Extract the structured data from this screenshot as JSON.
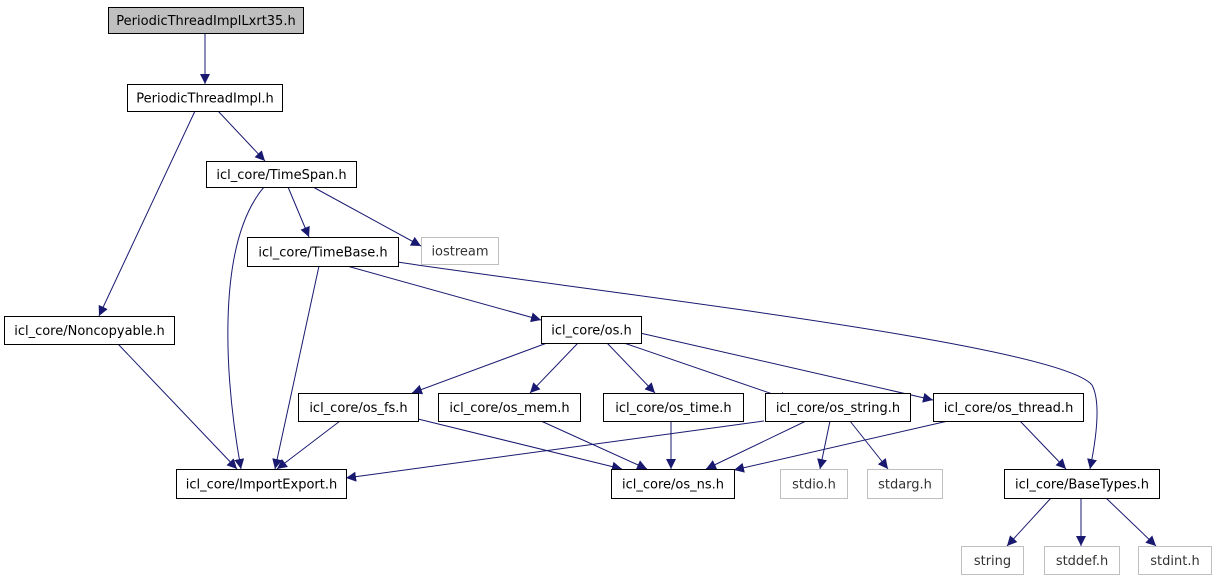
{
  "diagram": {
    "nodes": [
      {
        "id": "n0",
        "name": "node-periodicthreadimpllxrt35-h",
        "label": "PeriodicThreadImplLxrt35.h",
        "kind": "root"
      },
      {
        "id": "n1",
        "name": "node-periodicthreadimpl-h",
        "label": "PeriodicThreadImpl.h",
        "kind": "local"
      },
      {
        "id": "n2",
        "name": "node-timespan-h",
        "label": "icl_core/TimeSpan.h",
        "kind": "local"
      },
      {
        "id": "n3",
        "name": "node-timebase-h",
        "label": "icl_core/TimeBase.h",
        "kind": "local"
      },
      {
        "id": "n4",
        "name": "node-iostream",
        "label": "iostream",
        "kind": "system"
      },
      {
        "id": "n5",
        "name": "node-noncopyable-h",
        "label": "icl_core/Noncopyable.h",
        "kind": "local"
      },
      {
        "id": "n6",
        "name": "node-os-h",
        "label": "icl_core/os.h",
        "kind": "local"
      },
      {
        "id": "n7",
        "name": "node-os-fs-h",
        "label": "icl_core/os_fs.h",
        "kind": "local"
      },
      {
        "id": "n8",
        "name": "node-os-mem-h",
        "label": "icl_core/os_mem.h",
        "kind": "local"
      },
      {
        "id": "n9",
        "name": "node-os-time-h",
        "label": "icl_core/os_time.h",
        "kind": "local"
      },
      {
        "id": "n10",
        "name": "node-os-string-h",
        "label": "icl_core/os_string.h",
        "kind": "local"
      },
      {
        "id": "n11",
        "name": "node-os-thread-h",
        "label": "icl_core/os_thread.h",
        "kind": "local"
      },
      {
        "id": "n12",
        "name": "node-importexport-h",
        "label": "icl_core/ImportExport.h",
        "kind": "local"
      },
      {
        "id": "n13",
        "name": "node-os-ns-h",
        "label": "icl_core/os_ns.h",
        "kind": "local"
      },
      {
        "id": "n14",
        "name": "node-stdio-h",
        "label": "stdio.h",
        "kind": "system"
      },
      {
        "id": "n15",
        "name": "node-stdarg-h",
        "label": "stdarg.h",
        "kind": "system"
      },
      {
        "id": "n16",
        "name": "node-basetypes-h",
        "label": "icl_core/BaseTypes.h",
        "kind": "local"
      },
      {
        "id": "n17",
        "name": "node-string",
        "label": "string",
        "kind": "system"
      },
      {
        "id": "n18",
        "name": "node-stddef-h",
        "label": "stddef.h",
        "kind": "system"
      },
      {
        "id": "n19",
        "name": "node-stdint-h",
        "label": "stdint.h",
        "kind": "system"
      }
    ],
    "edges": [
      {
        "from": "n0",
        "to": "n1"
      },
      {
        "from": "n1",
        "to": "n5"
      },
      {
        "from": "n1",
        "to": "n2"
      },
      {
        "from": "n2",
        "to": "n12"
      },
      {
        "from": "n2",
        "to": "n3"
      },
      {
        "from": "n2",
        "to": "n4"
      },
      {
        "from": "n3",
        "to": "n12"
      },
      {
        "from": "n3",
        "to": "n6"
      },
      {
        "from": "n3",
        "to": "n16"
      },
      {
        "from": "n5",
        "to": "n12"
      },
      {
        "from": "n6",
        "to": "n7"
      },
      {
        "from": "n6",
        "to": "n8"
      },
      {
        "from": "n6",
        "to": "n9"
      },
      {
        "from": "n6",
        "to": "n10"
      },
      {
        "from": "n6",
        "to": "n11"
      },
      {
        "from": "n7",
        "to": "n12"
      },
      {
        "from": "n7",
        "to": "n13"
      },
      {
        "from": "n8",
        "to": "n13"
      },
      {
        "from": "n9",
        "to": "n13"
      },
      {
        "from": "n10",
        "to": "n12"
      },
      {
        "from": "n10",
        "to": "n13"
      },
      {
        "from": "n10",
        "to": "n14"
      },
      {
        "from": "n10",
        "to": "n15"
      },
      {
        "from": "n11",
        "to": "n13"
      },
      {
        "from": "n11",
        "to": "n16"
      },
      {
        "from": "n16",
        "to": "n17"
      },
      {
        "from": "n16",
        "to": "n18"
      },
      {
        "from": "n16",
        "to": "n19"
      }
    ],
    "colors": {
      "edge": "#191970",
      "root_fill": "#bfbfbf",
      "node_fill": "#ffffff",
      "node_border": "#000000",
      "system_border": "#bfbfbf"
    }
  }
}
